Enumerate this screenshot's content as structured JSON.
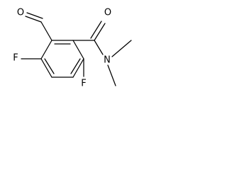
{
  "molecule": {
    "atoms": [
      {
        "id": "a-fluorine-top",
        "label": "F"
      },
      {
        "id": "a-oxygen-aldehyde",
        "label": "O"
      },
      {
        "id": "a-oxygen-amide",
        "label": "O"
      },
      {
        "id": "a-nitrogen",
        "label": "N"
      },
      {
        "id": "a-fluorine-bottom",
        "label": "F"
      }
    ],
    "bond_color": "#000000",
    "label_color": "#000000"
  }
}
